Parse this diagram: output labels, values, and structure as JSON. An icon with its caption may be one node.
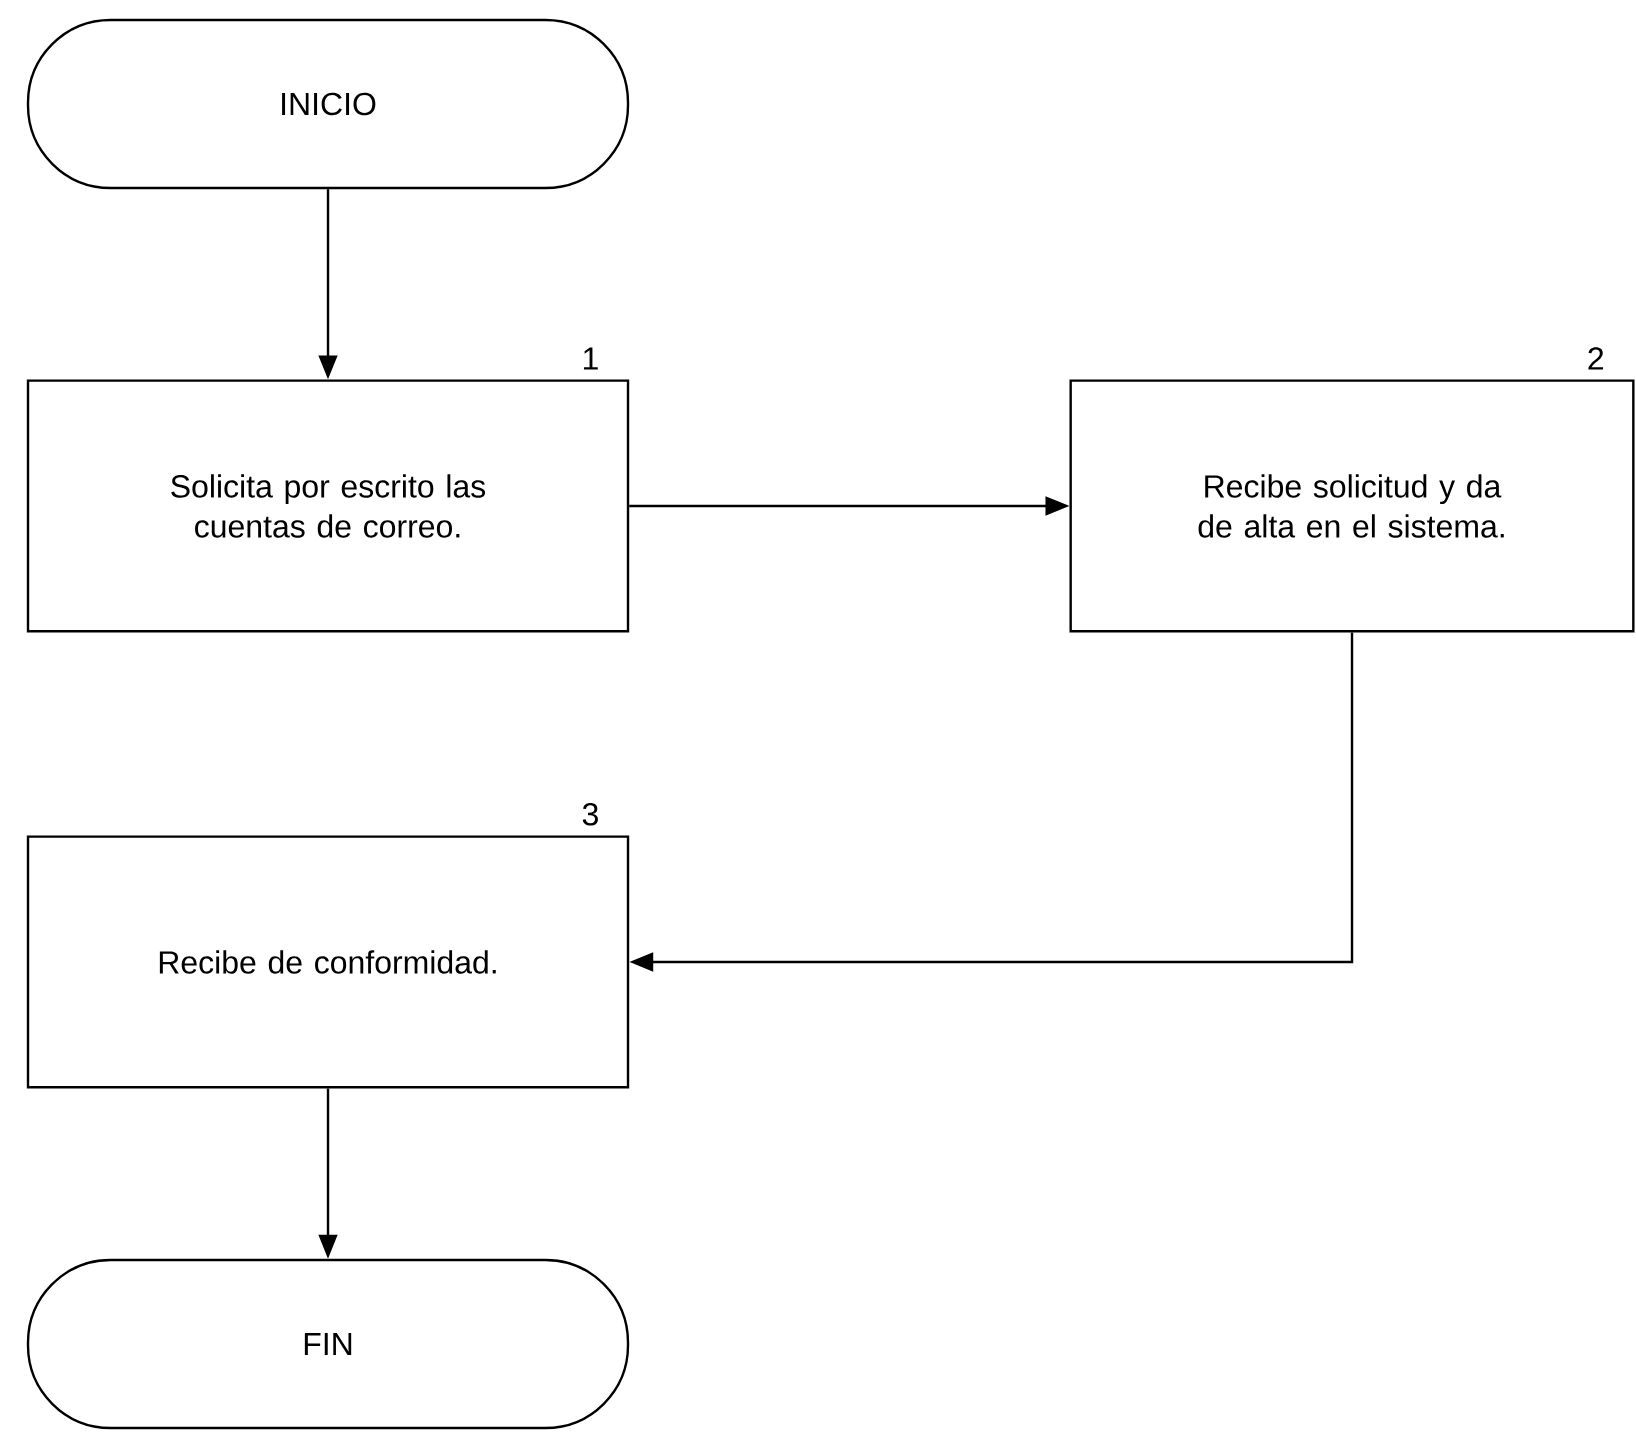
{
  "diagram": {
    "nodes": [
      {
        "text": [
          "INICIO"
        ]
      },
      {
        "text": [
          "Solicita por escrito las cuentas de correo."
        ],
        "beside": [
          "1"
        ]
      },
      {
        "text": [
          "Recibe solicitud y da de alta en el sistema."
        ],
        "beside": [
          "2"
        ]
      },
      {
        "text": [
          "Recibe de conformidad."
        ],
        "beside": [
          "3"
        ]
      },
      {
        "text": [
          "FIN"
        ]
      }
    ],
    "edges": [
      {
        "from": 0,
        "to": 1,
        "arrow": "to"
      },
      {
        "from": 1,
        "to": 2,
        "arrow": "to"
      },
      {
        "from": 2,
        "to": 3,
        "arrow": "to"
      },
      {
        "from": 3,
        "to": 4,
        "arrow": "to"
      }
    ]
  }
}
